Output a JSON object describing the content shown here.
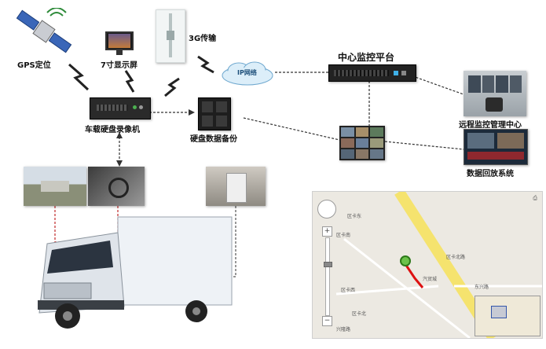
{
  "labels": {
    "gps": "GPS定位",
    "display": "7寸显示屏",
    "g3": "3G传输",
    "ip_network": "IP网络",
    "platform": "中心监控平台",
    "recorder": "车载硬盘录像机",
    "backup": "硬盘数据备份",
    "remote_center": "远程监控管理中心",
    "playback": "数据回放系统"
  },
  "map": {
    "places": [
      "区卡东",
      "区卡南",
      "区卡西",
      "区卡北",
      "汽贸城",
      "区卡北路",
      "东兴路",
      "兴隆路"
    ]
  },
  "colors": {
    "map_road": "#f5e36e",
    "map_bg": "#ece9e2",
    "truck_box": "#eef2f6",
    "truck_cab": "#dfe4ea",
    "red_dash": "#c0282a"
  }
}
